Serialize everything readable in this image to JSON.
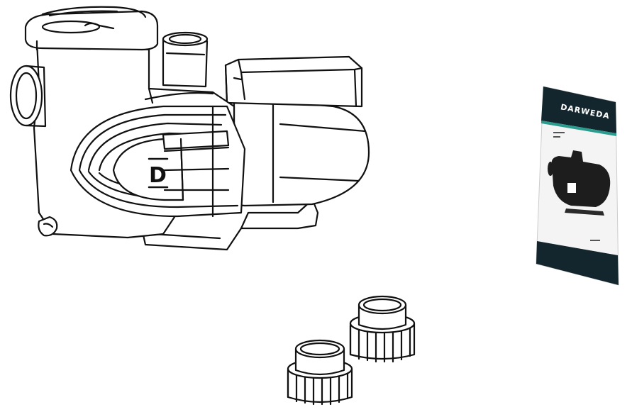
{
  "pump": {
    "logo_letter": "D"
  },
  "manual": {
    "brand_text": "DARWEDA",
    "cover_color": "#14262d",
    "accent_color": "#2a9d8f"
  },
  "unions": {
    "count": 2
  }
}
